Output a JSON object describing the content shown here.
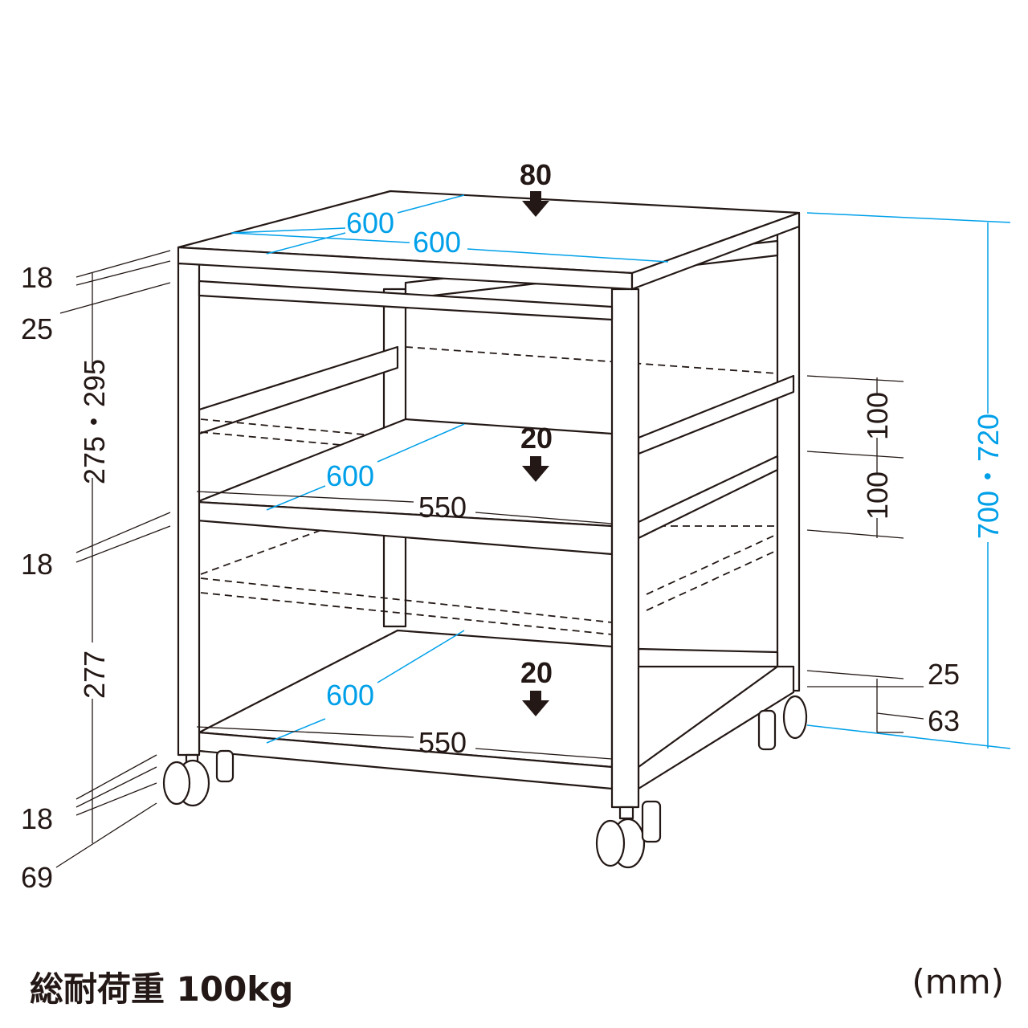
{
  "colors": {
    "line": "#231815",
    "dimension_blue": "#00a0e9"
  },
  "loads": {
    "top": "80",
    "middle": "20",
    "bottom": "20"
  },
  "dimensions": {
    "top_depth": "600",
    "top_width": "600",
    "middle_depth": "600",
    "middle_width": "550",
    "bottom_depth": "600",
    "bottom_width": "550",
    "left": [
      "18",
      "25",
      "275・295",
      "18",
      "277",
      "18",
      "69"
    ],
    "right_shelf_pitch": [
      "100",
      "100"
    ],
    "right_bottom": [
      "25",
      "63"
    ],
    "total_height": "700・720"
  },
  "footer": {
    "total_load": "総耐荷重 100kg",
    "unit": "(mm)"
  }
}
